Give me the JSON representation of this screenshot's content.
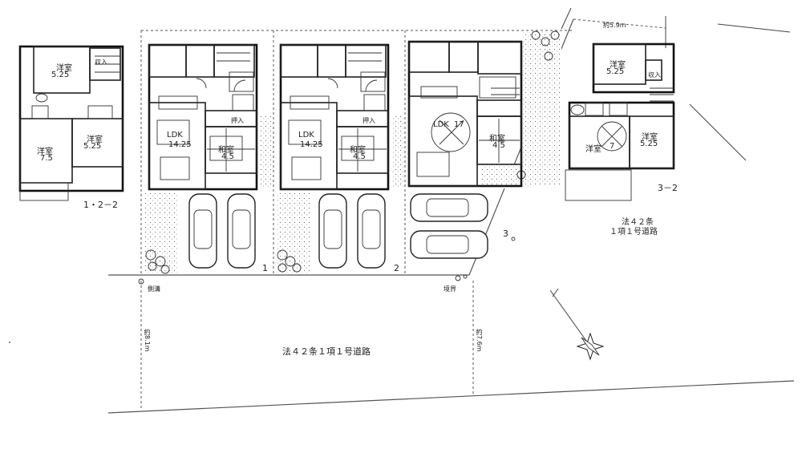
{
  "left_plan": {
    "room_a_name": "洋室",
    "room_a_size": "5.25",
    "room_b_name": "洋室",
    "room_b_size": "7.5",
    "room_c_name": "洋室",
    "room_c_size": "5.25",
    "closet": "収入",
    "label": "1・2－2"
  },
  "lot1": {
    "ldk": "LDK",
    "ldk_size": "14.25",
    "washitsu": "和室",
    "washitsu_size": "4.5",
    "closet": "押入",
    "number": "1"
  },
  "lot2": {
    "ldk": "LDK",
    "ldk_size": "14.25",
    "washitsu": "和室",
    "washitsu_size": "4.5",
    "closet": "押入",
    "number": "2"
  },
  "lot3": {
    "ldk": "LDK",
    "ldk_size": "17",
    "washitsu": "和室",
    "washitsu_size": "4.5",
    "number": "3"
  },
  "right_plan": {
    "room_a_name": "洋室",
    "room_a_size": "5.25",
    "room_b_name": "洋室",
    "room_b_size": "7",
    "room_c_name": "洋室",
    "room_c_size": "5.25",
    "closet": "収入",
    "label": "3－2"
  },
  "roads": {
    "main_road": "法４２条１項１号道路",
    "side_road_line1": "法４２条",
    "side_road_line2": "１項１号道路",
    "width_left": "約8.1m",
    "width_right": "約7.6m",
    "width_top": "約5.9m",
    "marker_left": "側溝",
    "marker_right": "境界"
  }
}
